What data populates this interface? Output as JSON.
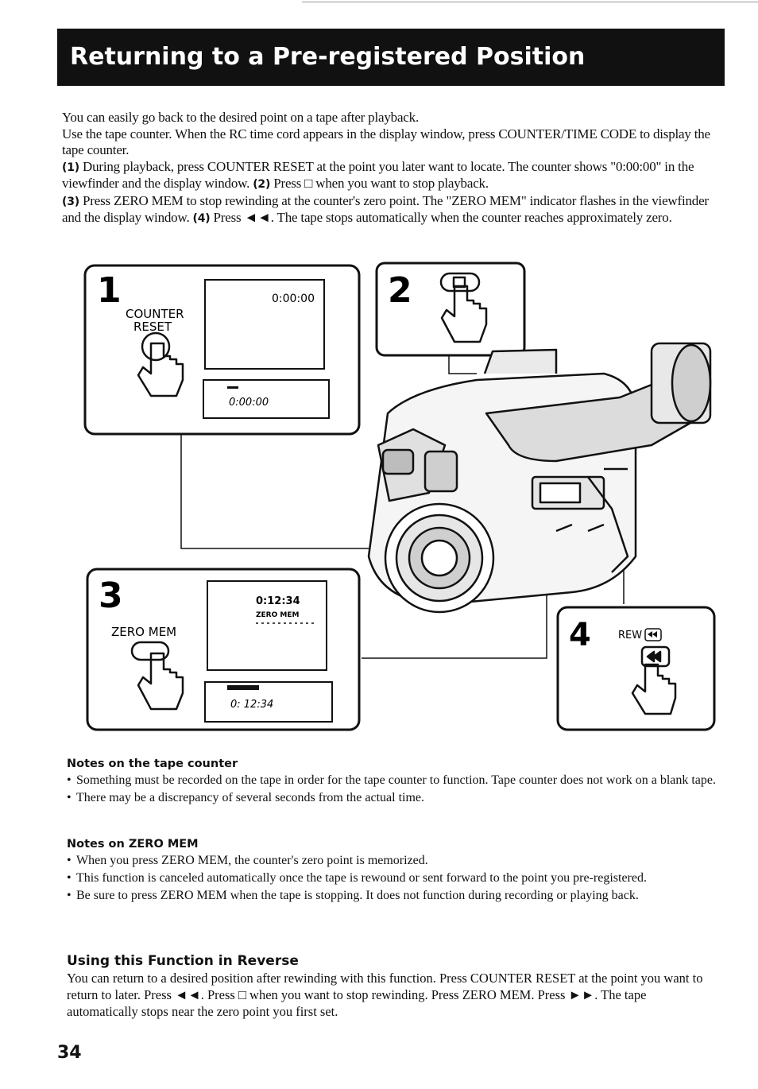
{
  "title": "Returning to a Pre-registered Position",
  "intro": {
    "line1": "You can easily go back to the desired point on a tape after playback.",
    "line2": "Use the tape counter. When the RC time cord appears in the display window, press COUNTER/TIME CODE to display the tape counter.",
    "step1_num": "(1)",
    "step1_text": " During playback, press COUNTER RESET at the point you later want to locate. The counter shows \"0:00:00\" in the viewfinder and the display window. ",
    "step2_num": "(2)",
    "step2_text": " Press □ when you want to stop playback.",
    "step3_num": "(3)",
    "step3_text": " Press ZERO MEM to stop rewinding at the counter's zero point. The \"ZERO MEM\" indicator flashes in the viewfinder and the display window. ",
    "step4_num": "(4)",
    "step4_text": " Press ◄◄. The tape stops automatically when the counter reaches approximately zero."
  },
  "illustration": {
    "panel1": {
      "number": "1",
      "label_line1": "COUNTER",
      "label_line2": "RESET",
      "viewfinder": "0:00:00",
      "display": "0:00:00"
    },
    "panel2": {
      "number": "2"
    },
    "panel3": {
      "number": "3",
      "label": "ZERO MEM",
      "viewfinder_counter": "0:12:34",
      "viewfinder_label": "ZERO MEM",
      "display": "0: 12:34"
    },
    "panel4": {
      "number": "4",
      "label": "REW"
    }
  },
  "notes_tape_counter": {
    "heading": "Notes on the tape counter",
    "items": [
      "Something must be recorded on the tape in order for the tape counter to function. Tape counter does not work on a blank tape.",
      "There may be a discrepancy of several seconds from the actual time."
    ]
  },
  "notes_zero_mem": {
    "heading": "Notes on ZERO MEM",
    "items": [
      "When you press ZERO MEM, the counter's zero point is memorized.",
      "This function is canceled automatically once the tape is rewound or sent forward to the point you pre-registered.",
      "Be sure to press ZERO MEM when the tape is stopping. It does not function during recording or playing back."
    ]
  },
  "reverse": {
    "heading": "Using this Function in Reverse",
    "body": "You can return to a desired position after rewinding with this function. Press COUNTER RESET at the point you want to return to later. Press ◄◄. Press □ when you want to stop rewinding. Press ZERO MEM. Press ►►. The tape automatically stops near the zero point you first set."
  },
  "page_number": "34"
}
